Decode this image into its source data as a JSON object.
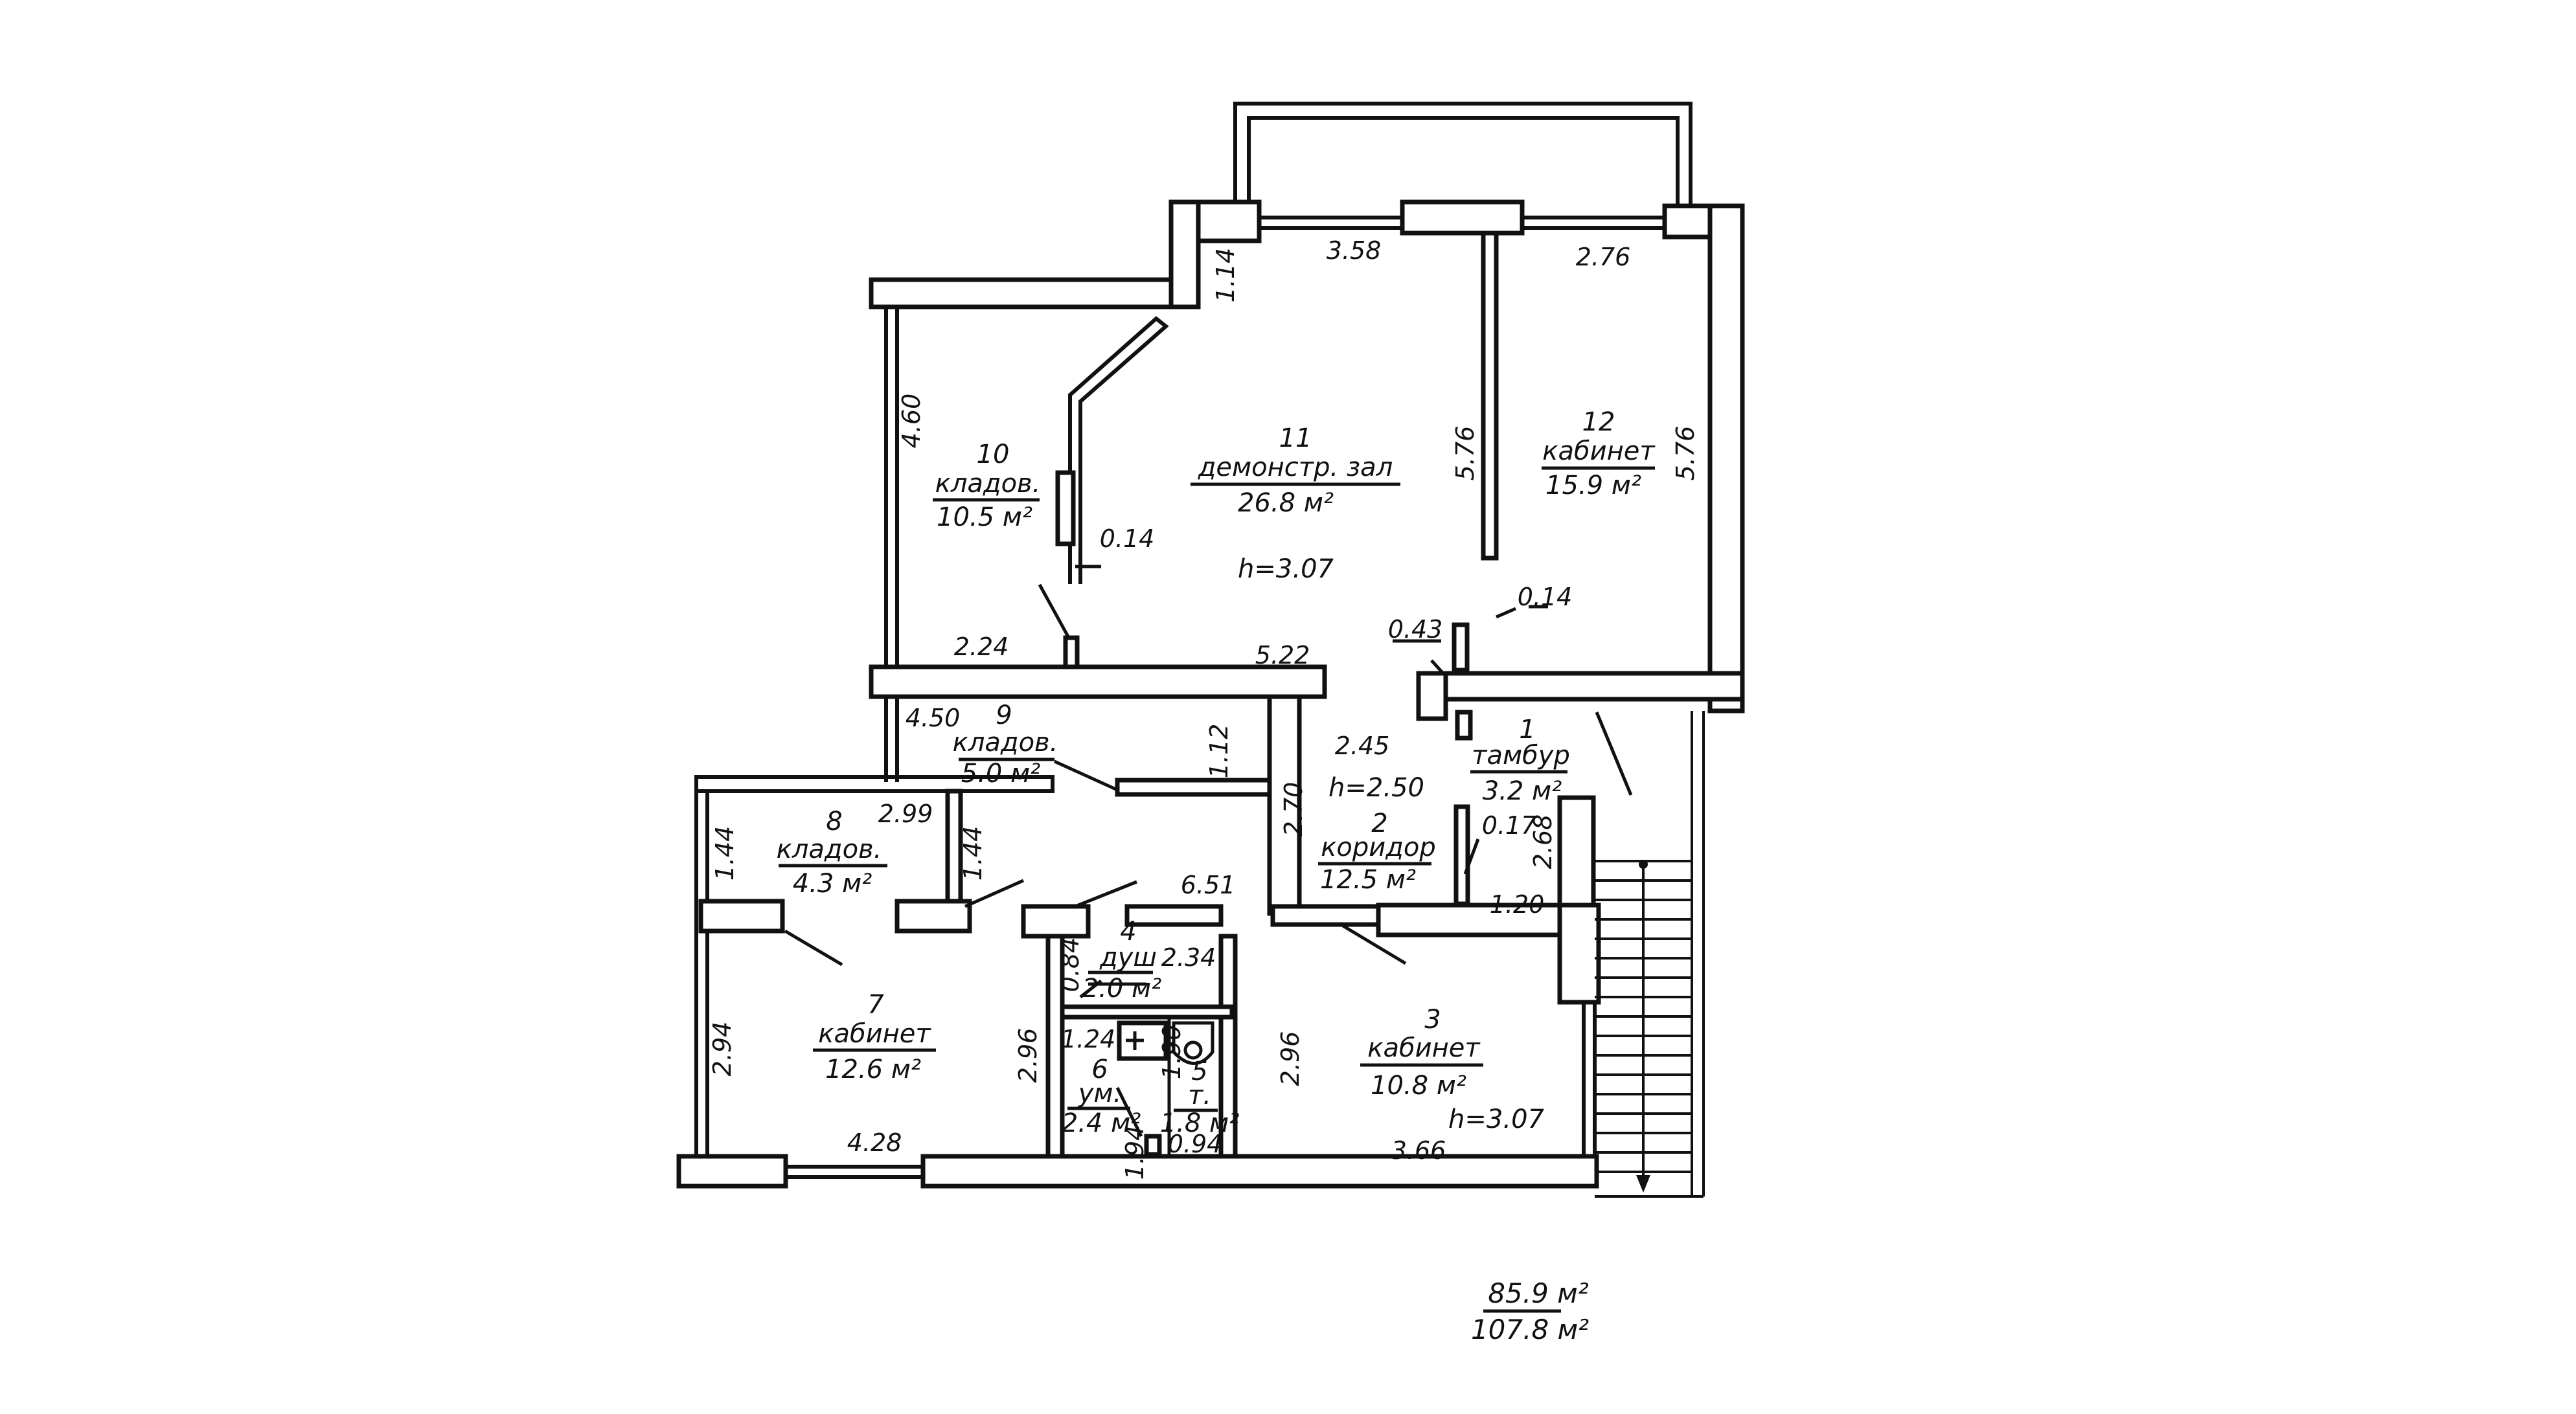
{
  "rooms": [
    {
      "no": "1",
      "name": "тамбур",
      "area": "3.2 м²"
    },
    {
      "no": "2",
      "name": "коридор",
      "area": "12.5 м²",
      "height": "h=2.50"
    },
    {
      "no": "3",
      "name": "кабинет",
      "area": "10.8 м²",
      "height": "h=3.07"
    },
    {
      "no": "4",
      "name": "душ",
      "area": "2.0 м²"
    },
    {
      "no": "5",
      "name": "т.",
      "area": "1.8 м²"
    },
    {
      "no": "6",
      "name": "ум.",
      "area": "2.4 м²"
    },
    {
      "no": "7",
      "name": "кабинет",
      "area": "12.6 м²"
    },
    {
      "no": "8",
      "name": "кладов.",
      "area": "4.3 м²"
    },
    {
      "no": "9",
      "name": "кладов.",
      "area": "5.0 м²"
    },
    {
      "no": "10",
      "name": "кладов.",
      "area": "10.5 м²"
    },
    {
      "no": "11",
      "name": "демонстр. зал",
      "area": "26.8 м²",
      "height": "h=3.07"
    },
    {
      "no": "12",
      "name": "кабинет",
      "area": "15.9 м²"
    }
  ],
  "dimensions": {
    "d_358": "3.58",
    "d_276": "2.76",
    "d_114": "1.14",
    "d_460": "4.60",
    "d_576a": "5.76",
    "d_576b": "5.76",
    "d_014a": "0.14",
    "d_014b": "0.14",
    "d_224": "2.24",
    "d_522": "5.22",
    "d_043": "0.43",
    "d_245": "2.45",
    "d_450": "4.50",
    "d_112": "1.12",
    "d_270": "2.70",
    "d_017": "0.17",
    "d_268": "2.68",
    "d_120": "1.20",
    "d_299": "2.99",
    "d_144a": "1.44",
    "d_144b": "1.44",
    "d_651": "6.51",
    "d_084": "0.84",
    "d_234": "2.34",
    "d_124": "1.24",
    "d_190": "1.90",
    "d_296a": "2.96",
    "d_296b": "2.96",
    "d_294": "2.94",
    "d_428": "4.28",
    "d_366": "3.66",
    "d_194": "1.94",
    "d_094": "0.94"
  },
  "totals": {
    "living": "85.9 м²",
    "total": "107.8 м²"
  }
}
